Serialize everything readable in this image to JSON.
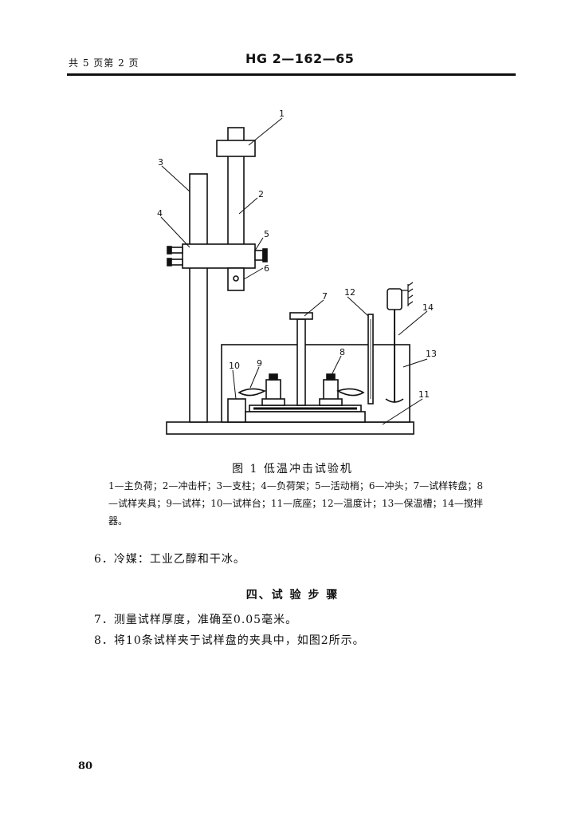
{
  "header": {
    "page_info": "共 5 页第 2 页",
    "standard_code": "HG 2—162—65"
  },
  "figure": {
    "part_numbers": [
      "1",
      "2",
      "3",
      "4",
      "5",
      "6",
      "7",
      "8",
      "9",
      "10",
      "11",
      "12",
      "13",
      "14"
    ],
    "caption": "图 1   低温冲击试验机",
    "legend": "1—主负荷；2—冲击杆；3—支柱；4—负荷架；5—活动梢；6—冲头；7—试样转盘；8—试样夹具；9—试样；10—试样台；11—底座；12—温度计；13—保温槽；14—搅拌器。"
  },
  "body": {
    "item6": "6．冷媒：工业乙醇和干冰。",
    "section_title": "四、试 验 步 骤",
    "item7": "7．测量试样厚度，准确至0.05毫米。",
    "item8": "8．将10条试样夹于试样盘的夹具中，如图2所示。"
  },
  "footer": {
    "page_number": "80"
  }
}
